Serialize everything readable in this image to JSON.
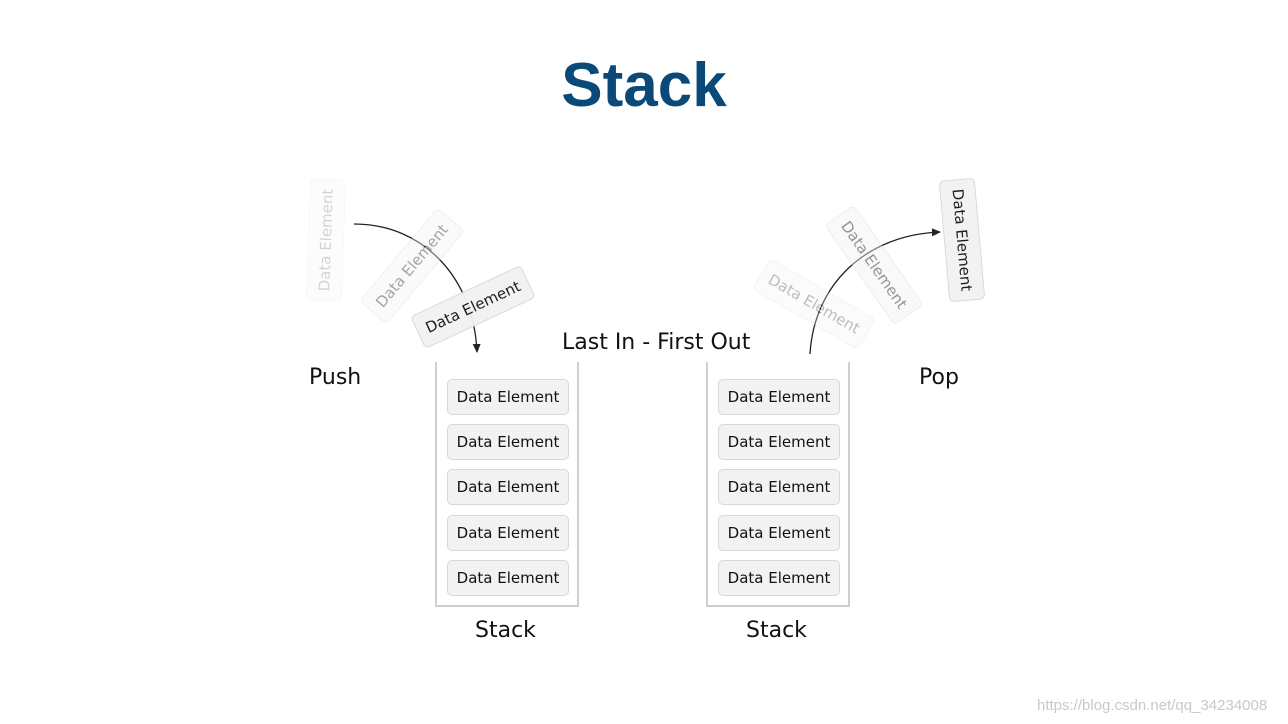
{
  "title": "Stack",
  "subtitle": "Last In - First Out",
  "push_label": "Push",
  "pop_label": "Pop",
  "left_stack": {
    "label": "Stack",
    "elements": [
      "Data Element",
      "Data Element",
      "Data Element",
      "Data Element",
      "Data Element"
    ]
  },
  "right_stack": {
    "label": "Stack",
    "elements": [
      "Data Element",
      "Data Element",
      "Data Element",
      "Data Element",
      "Data Element"
    ]
  },
  "push_flying": [
    "Data Element",
    "Data Element",
    "Data Element"
  ],
  "pop_flying": [
    "Data Element",
    "Data Element",
    "Data Element"
  ],
  "watermark": "https://blog.csdn.net/qq_34234008",
  "colors": {
    "title": "#0b4a78",
    "element_fill": "#f2f2f2",
    "element_border": "#d8d8d8",
    "container_border": "#cfcfcf",
    "arrow": "#222222"
  }
}
